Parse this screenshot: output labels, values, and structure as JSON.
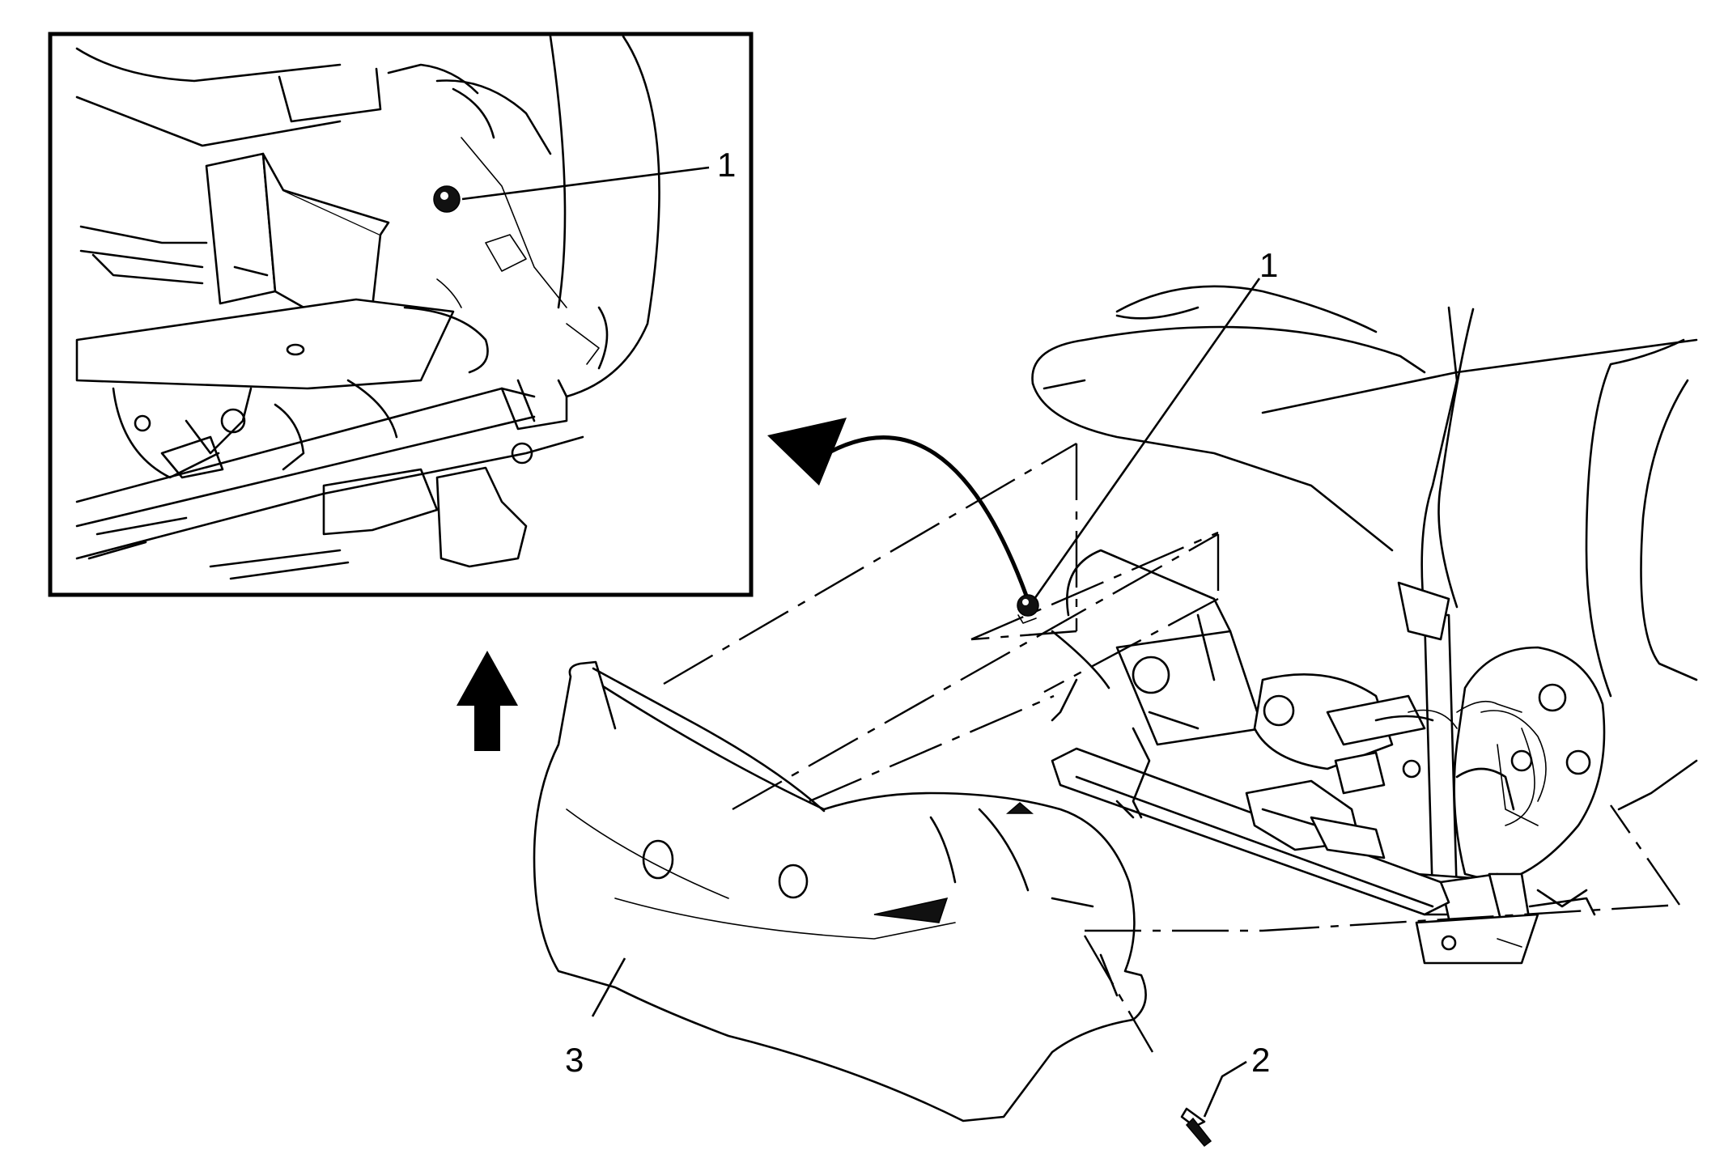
{
  "callouts": {
    "inset_fastener": "1",
    "main_fastener": "1",
    "lower_fastener": "2",
    "trim_panel": "3"
  }
}
